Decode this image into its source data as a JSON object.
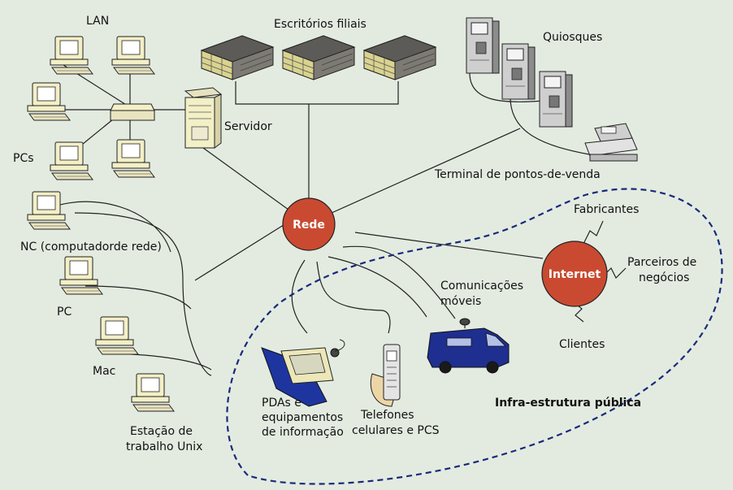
{
  "labels": {
    "lan": "LAN",
    "pcs": "PCs",
    "branch_offices": "Escritórios filiais",
    "server": "Servidor",
    "kiosks": "Quiosques",
    "pos_terminal": "Terminal de pontos-de-venda",
    "network": "Rede",
    "internet": "Internet",
    "manufacturers": "Fabricantes",
    "partners_line1": "Parceiros de",
    "partners_line2": "negócios",
    "clients": "Clientes",
    "mobile_line1": "Comunicações",
    "mobile_line2": "móveis",
    "nc": "NC (computadorde rede)",
    "pc": "PC",
    "mac": "Mac",
    "unix_line1": "Estação de",
    "unix_line2": "trabalho Unix",
    "pda_line1": "PDAs e",
    "pda_line2": "equipamentos",
    "pda_line3": "de informação",
    "phones_line1": "Telefones",
    "phones_line2": "celulares e PCS",
    "public_infra": "Infra-estrutura pública"
  },
  "colors": {
    "background": "#e3ebe1",
    "hub_fill": "#c94a30",
    "dashed_boundary": "#1a2a7a"
  }
}
